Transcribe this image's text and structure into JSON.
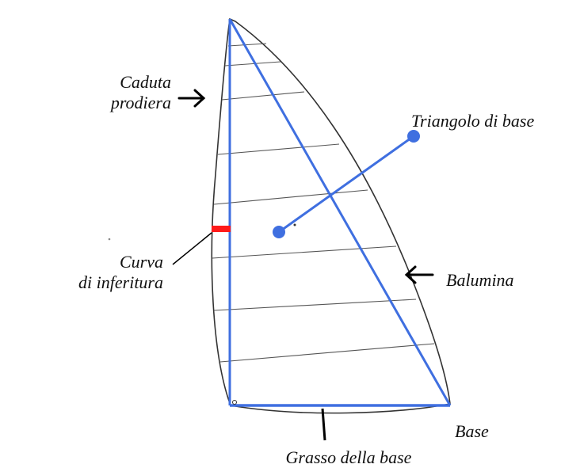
{
  "labels": {
    "caduta_line1": "Caduta",
    "caduta_line2": "prodiera",
    "triangolo": "Triangolo di base",
    "curva_line1": "Curva",
    "curva_line2": "di inferitura",
    "balumina": "Balumina",
    "base": "Base",
    "grasso": "Grasso della base"
  },
  "colors": {
    "triangle": "#3f6fe0",
    "marker": "#ff1a1a",
    "sail_outline": "#333333",
    "battens": "#555555"
  }
}
